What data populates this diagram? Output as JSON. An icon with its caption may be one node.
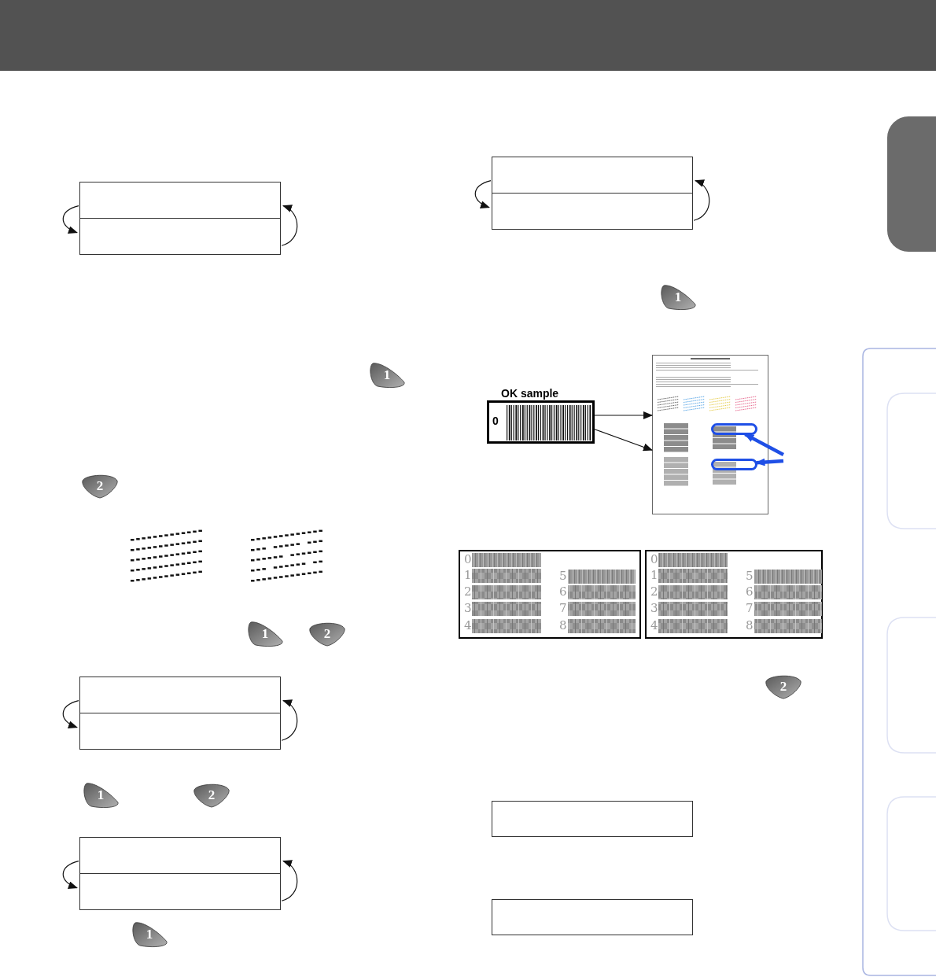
{
  "diagram": {
    "nodes": [
      {
        "text": [],
        "shape": "box"
      },
      {
        "text": [],
        "shape": "box"
      },
      {
        "text": [],
        "shape": "box"
      },
      {
        "text": [],
        "shape": "box"
      },
      {
        "text": [],
        "shape": "box"
      },
      {
        "text": [],
        "shape": "box"
      },
      {
        "text": [],
        "shape": "box"
      },
      {
        "text": [],
        "shape": "box"
      },
      {
        "text": [
          "0"
        ],
        "beside": [
          "OK sample"
        ]
      },
      {
        "text": [],
        "shape": "picture"
      },
      {
        "text": [],
        "shape": "oval",
        "in": 9
      },
      {
        "text": [],
        "shape": "oval",
        "in": 9
      },
      {
        "text": [],
        "shape": "box"
      },
      {
        "text": [],
        "shape": "box"
      },
      {
        "text": [],
        "shape": "tab"
      }
    ],
    "edges": [
      {
        "from": 8,
        "to": 9,
        "arrow": "to"
      },
      {
        "from": 8,
        "to": 9,
        "arrow": "to"
      },
      {
        "from": null,
        "to": 10,
        "arrow": "to",
        "style": "thick",
        "color": "#1f4fe6"
      },
      {
        "from": null,
        "to": 11,
        "arrow": "to",
        "style": "thick",
        "color": "#1f4fe6"
      },
      {
        "from": 0,
        "to": 1,
        "arrow": "to"
      },
      {
        "from": 1,
        "to": 0,
        "arrow": "to"
      },
      {
        "from": 2,
        "to": 3,
        "arrow": "to"
      },
      {
        "from": 3,
        "to": 2,
        "arrow": "to"
      },
      {
        "from": 4,
        "to": 5,
        "arrow": "to"
      },
      {
        "from": 5,
        "to": 4,
        "arrow": "to"
      },
      {
        "from": 6,
        "to": 7,
        "arrow": "to"
      },
      {
        "from": 7,
        "to": 6,
        "arrow": "to"
      }
    ],
    "labels": [
      "1",
      "2",
      "1",
      "2",
      "1",
      "2",
      "1",
      "1",
      "0",
      "1",
      "2",
      "3",
      "4",
      "5",
      "6",
      "7",
      "8",
      "0",
      "1",
      "2",
      "3",
      "4",
      "5",
      "6",
      "7",
      "8",
      "2"
    ]
  }
}
